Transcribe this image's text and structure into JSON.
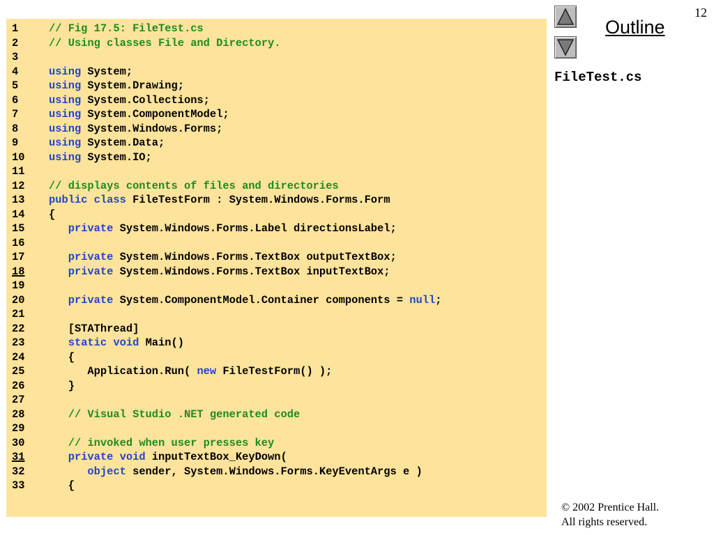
{
  "slide": {
    "number": "12",
    "outline_label": "Outline",
    "file_name": "FileTest.cs",
    "nav_up_icon": "up-triangle-icon",
    "nav_down_icon": "down-triangle-icon"
  },
  "copyright": {
    "line1": "© 2002 Prentice Hall.",
    "line2": "All rights reserved."
  },
  "colors": {
    "panel_bg": "#fde39b",
    "keyword": "#2244cc",
    "comment": "#1f8a22",
    "text": "#000000"
  },
  "code": [
    {
      "n": "1",
      "t": [
        [
          "c",
          "// Fig 17.5: FileTest.cs"
        ]
      ]
    },
    {
      "n": "2",
      "t": [
        [
          "c",
          "// Using classes File and Directory."
        ]
      ]
    },
    {
      "n": "3",
      "t": []
    },
    {
      "n": "4",
      "t": [
        [
          "k",
          "using"
        ],
        [
          "x",
          " System;"
        ]
      ]
    },
    {
      "n": "5",
      "t": [
        [
          "k",
          "using"
        ],
        [
          "x",
          " System.Drawing;"
        ]
      ]
    },
    {
      "n": "6",
      "t": [
        [
          "k",
          "using"
        ],
        [
          "x",
          " System.Collections;"
        ]
      ]
    },
    {
      "n": "7",
      "t": [
        [
          "k",
          "using"
        ],
        [
          "x",
          " System.ComponentModel;"
        ]
      ]
    },
    {
      "n": "8",
      "t": [
        [
          "k",
          "using"
        ],
        [
          "x",
          " System.Windows.Forms;"
        ]
      ]
    },
    {
      "n": "9",
      "t": [
        [
          "k",
          "using"
        ],
        [
          "x",
          " System.Data;"
        ]
      ]
    },
    {
      "n": "10",
      "t": [
        [
          "k",
          "using"
        ],
        [
          "x",
          " System.IO;"
        ]
      ]
    },
    {
      "n": "11",
      "t": []
    },
    {
      "n": "12",
      "t": [
        [
          "c",
          "// displays contents of files and directories"
        ]
      ]
    },
    {
      "n": "13",
      "t": [
        [
          "k",
          "public class"
        ],
        [
          "x",
          " FileTestForm : System.Windows.Forms.Form"
        ]
      ]
    },
    {
      "n": "14",
      "t": [
        [
          "x",
          "{"
        ]
      ]
    },
    {
      "n": "15",
      "t": [
        [
          "x",
          "   "
        ],
        [
          "k",
          "private"
        ],
        [
          "x",
          " System.Windows.Forms.Label directionsLabel;"
        ]
      ]
    },
    {
      "n": "16",
      "t": []
    },
    {
      "n": "17",
      "t": [
        [
          "x",
          "   "
        ],
        [
          "k",
          "private"
        ],
        [
          "x",
          " System.Windows.Forms.TextBox outputTextBox;"
        ]
      ]
    },
    {
      "n": "18",
      "u": true,
      "t": [
        [
          "x",
          "   "
        ],
        [
          "k",
          "private"
        ],
        [
          "x",
          " System.Windows.Forms.TextBox inputTextBox;"
        ]
      ]
    },
    {
      "n": "19",
      "t": []
    },
    {
      "n": "20",
      "t": [
        [
          "x",
          "   "
        ],
        [
          "k",
          "private"
        ],
        [
          "x",
          " System.ComponentModel.Container components = "
        ],
        [
          "k",
          "null"
        ],
        [
          "x",
          ";"
        ]
      ]
    },
    {
      "n": "21",
      "t": []
    },
    {
      "n": "22",
      "t": [
        [
          "x",
          "   [STAThread]"
        ]
      ]
    },
    {
      "n": "23",
      "t": [
        [
          "x",
          "   "
        ],
        [
          "k",
          "static void"
        ],
        [
          "x",
          " Main()"
        ]
      ]
    },
    {
      "n": "24",
      "t": [
        [
          "x",
          "   {"
        ]
      ]
    },
    {
      "n": "25",
      "t": [
        [
          "x",
          "      Application.Run( "
        ],
        [
          "k",
          "new"
        ],
        [
          "x",
          " FileTestForm() );"
        ]
      ]
    },
    {
      "n": "26",
      "t": [
        [
          "x",
          "   }"
        ]
      ]
    },
    {
      "n": "27",
      "t": []
    },
    {
      "n": "28",
      "t": [
        [
          "x",
          "   "
        ],
        [
          "c",
          "// Visual Studio .NET generated code"
        ]
      ]
    },
    {
      "n": "29",
      "t": []
    },
    {
      "n": "30",
      "t": [
        [
          "x",
          "   "
        ],
        [
          "c",
          "// invoked when user presses key"
        ]
      ]
    },
    {
      "n": "31",
      "u": true,
      "t": [
        [
          "x",
          "   "
        ],
        [
          "k",
          "private void"
        ],
        [
          "x",
          " inputTextBox_KeyDown("
        ]
      ]
    },
    {
      "n": "32",
      "t": [
        [
          "x",
          "      "
        ],
        [
          "k",
          "object"
        ],
        [
          "x",
          " sender, System.Windows.Forms.KeyEventArgs e )"
        ]
      ]
    },
    {
      "n": "33",
      "t": [
        [
          "x",
          "   {"
        ]
      ]
    }
  ]
}
